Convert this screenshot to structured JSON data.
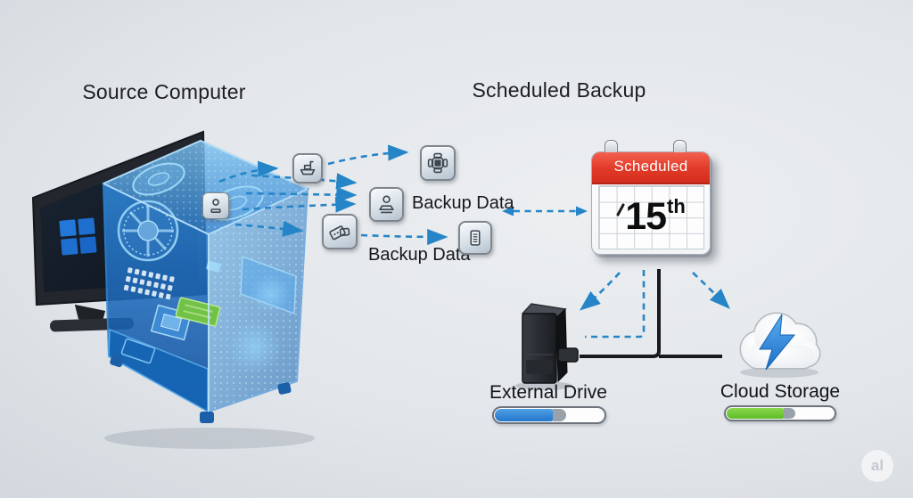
{
  "titles": {
    "source_computer": "Source Computer",
    "scheduled_backup": "Scheduled Backup"
  },
  "flow": {
    "backup_data_top": "Backup Data",
    "backup_data_bottom": "Backup Data"
  },
  "calendar": {
    "header": "Scheduled",
    "day": "15",
    "day_suffix": "th"
  },
  "destinations": {
    "external_drive": {
      "label": "External Drive",
      "progress_fill_style": "width:54%;background:linear-gradient(180deg,#4f9fe3,#2376cc)",
      "progress_buffer_style": "width:12%;background:#99a2ab"
    },
    "cloud_storage": {
      "label": "Cloud Storage",
      "progress_fill_style": "width:54%;background:linear-gradient(180deg,#8bd74d,#5cbd27)",
      "progress_buffer_style": "width:11%;background:#99a2ab"
    }
  },
  "watermark": {
    "text": "al"
  },
  "colors": {
    "arrow_blue": "#2585c7",
    "calendar_red": "#e13a29",
    "windows_blue": "#1f72d4",
    "tower_blue": "#1d6fc0",
    "progress_blue": "#2e86d5",
    "progress_green": "#64c331",
    "cable_black": "#17191c"
  }
}
